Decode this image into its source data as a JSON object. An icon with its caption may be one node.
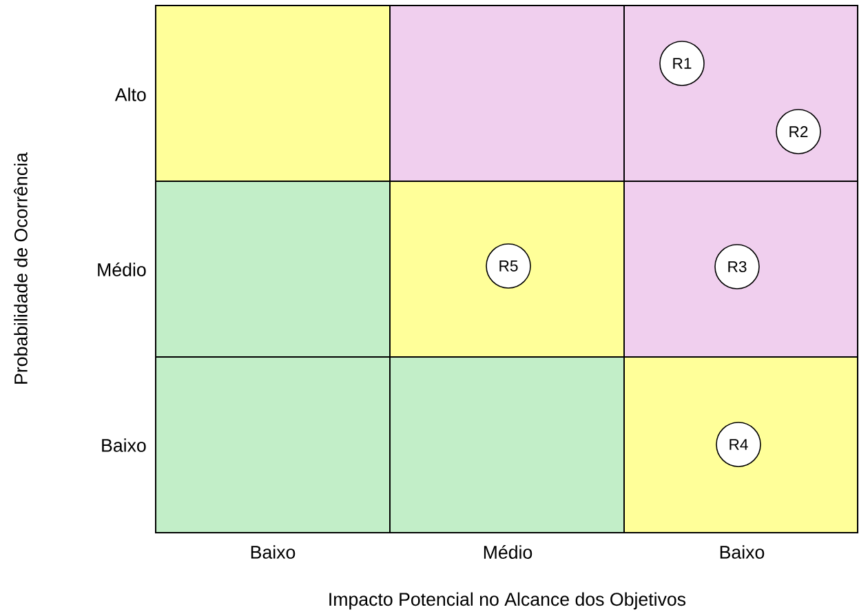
{
  "diagram": {
    "nodes": [
      {
        "text": [],
        "shape": "box"
      },
      {
        "text": [],
        "shape": "box"
      },
      {
        "text": [],
        "shape": "box"
      },
      {
        "text": [],
        "shape": "box"
      },
      {
        "text": [],
        "shape": "box"
      },
      {
        "text": [],
        "shape": "box"
      },
      {
        "text": [],
        "shape": "box"
      },
      {
        "text": [],
        "shape": "box"
      },
      {
        "text": [],
        "shape": "box"
      },
      {
        "text": [
          "R1"
        ],
        "in": 2
      },
      {
        "text": [
          "R2"
        ],
        "in": 2
      },
      {
        "text": [
          "R5"
        ],
        "in": 4
      },
      {
        "text": [
          "R3"
        ],
        "in": 5
      },
      {
        "text": [
          "R4"
        ],
        "in": 8
      }
    ],
    "labels": [
      "Probabilidade de Ocorrência",
      "Alto",
      "Médio",
      "Baixo",
      "Baixo",
      "Médio",
      "Baixo",
      "Impacto Potencial no Alcance dos Objetivos"
    ]
  }
}
